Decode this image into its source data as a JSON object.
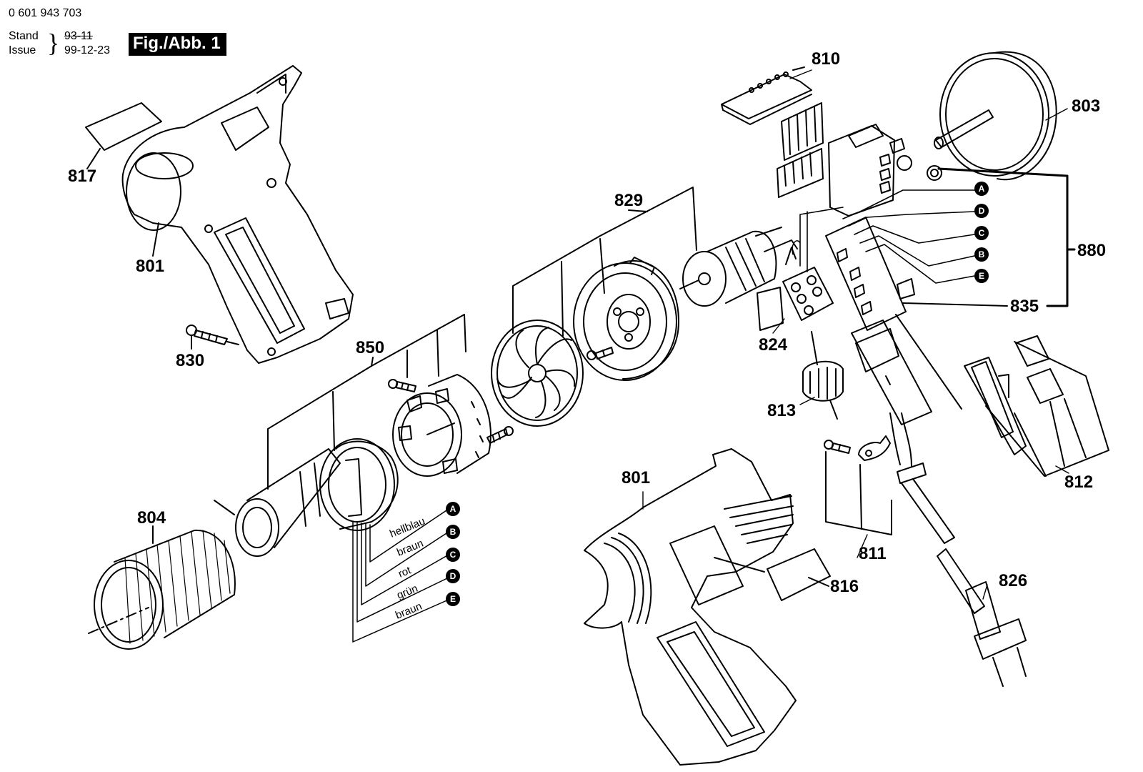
{
  "header": {
    "part_number": "0 601 943 703",
    "stand_label": "Stand",
    "issue_label": "Issue",
    "stand_value_struck": "93-11",
    "issue_value": "99-12-23",
    "figure_label": "Fig./Abb. 1"
  },
  "callouts": {
    "c801a": "801",
    "c801b": "801",
    "c803": "803",
    "c804": "804",
    "c810": "810",
    "c811": "811",
    "c812": "812",
    "c813": "813",
    "c816": "816",
    "c817": "817",
    "c824": "824",
    "c826": "826",
    "c829": "829",
    "c830": "830",
    "c835": "835",
    "c850": "850",
    "c880": "880"
  },
  "wires": {
    "hellblau": "hellblau",
    "braun1": "braun",
    "rot": "rot",
    "gruen": "grün",
    "braun2": "braun"
  },
  "connectors": {
    "left": [
      "A",
      "B",
      "C",
      "D",
      "E"
    ],
    "right": [
      "A",
      "D",
      "C",
      "B",
      "E"
    ]
  }
}
